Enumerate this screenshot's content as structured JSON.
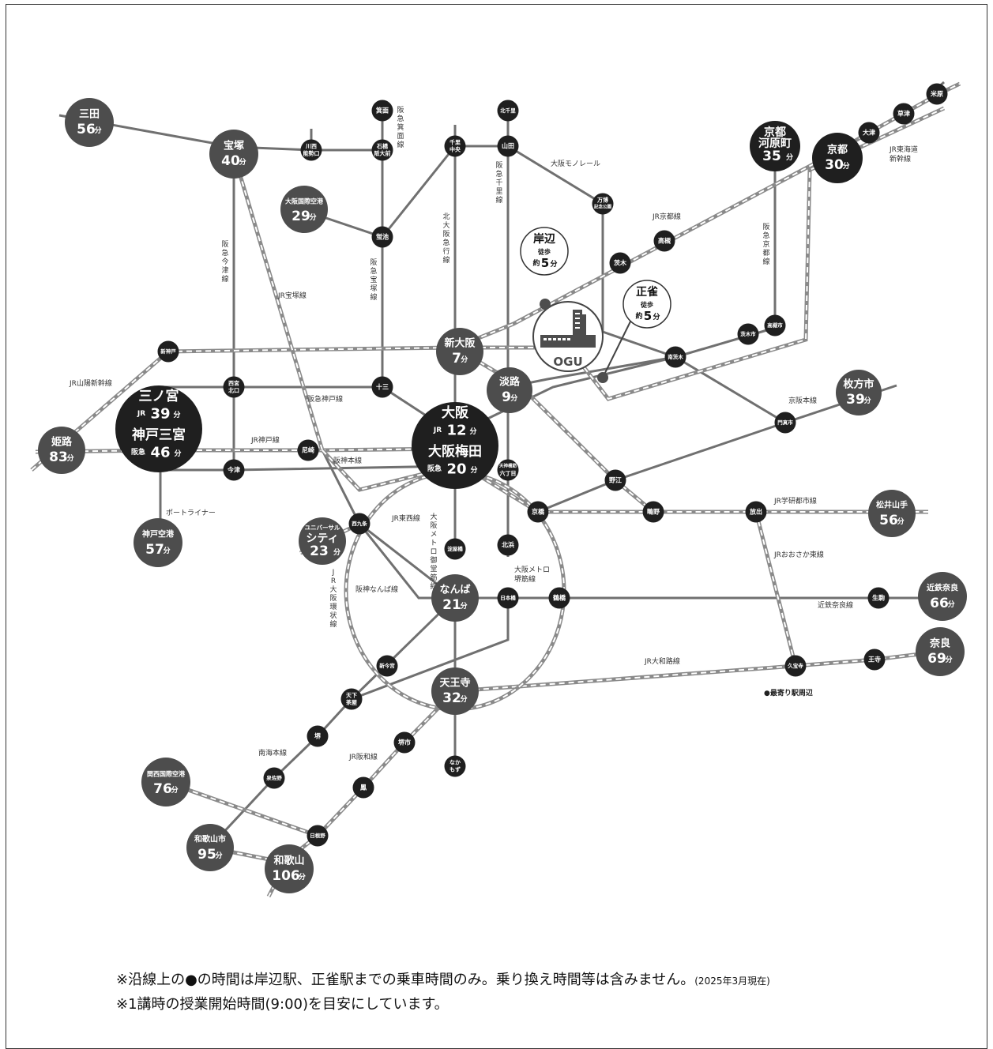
{
  "map": {
    "colors": {
      "hub": "#1f1f1f",
      "station_gray": "#4d4d4d",
      "line": "#707070",
      "jr_stripe": "#8a8a8a",
      "campus_fill": "#ffffff",
      "campus_icon": "#4d4d4d"
    },
    "campus": {
      "name": "OGU",
      "icon": "school-building-icon"
    },
    "walk_points": [
      {
        "name": "岸辺",
        "walk": "徒歩",
        "approx": "約",
        "minutes": "5",
        "unit": "分"
      },
      {
        "name": "正雀",
        "walk": "徒歩",
        "approx": "約",
        "minutes": "5",
        "unit": "分"
      }
    ],
    "big_stations": [
      {
        "name": "三田",
        "time": "56",
        "unit": "分"
      },
      {
        "name": "宝塚",
        "time": "40",
        "unit": "分"
      },
      {
        "name": "大阪国際空港",
        "time": "29",
        "unit": "分"
      },
      {
        "name": "京都",
        "time": "30",
        "unit": "分"
      },
      {
        "name": "京都河原町",
        "line1": "京都",
        "line2": "河原町",
        "time": "35",
        "unit": "分"
      },
      {
        "name": "新大阪",
        "time": "7",
        "unit": "分"
      },
      {
        "name": "淡路",
        "time": "9",
        "unit": "分"
      },
      {
        "name": "枚方市",
        "time": "39",
        "unit": "分"
      },
      {
        "name": "姫路",
        "time": "83",
        "unit": "分"
      },
      {
        "name": "神戸空港",
        "time": "57",
        "unit": "分"
      },
      {
        "name": "ユニバーサル・シティ",
        "line1": "ユニバーサル",
        "line2": "シティ",
        "time": "23",
        "unit": "分"
      },
      {
        "name": "松井山手",
        "time": "56",
        "unit": "分"
      },
      {
        "name": "なんば",
        "time": "21",
        "unit": "分"
      },
      {
        "name": "近鉄奈良",
        "time": "66",
        "unit": "分"
      },
      {
        "name": "奈良",
        "time": "69",
        "unit": "分"
      },
      {
        "name": "天王寺",
        "time": "32",
        "unit": "分"
      },
      {
        "name": "関西国際空港",
        "time": "76",
        "unit": "分"
      },
      {
        "name": "和歌山市",
        "time": "95",
        "unit": "分"
      },
      {
        "name": "和歌山",
        "time": "106",
        "unit": "分"
      }
    ],
    "hub_sannomiya": {
      "name1": "三ノ宮",
      "prefix1": "JR",
      "time1": "39",
      "unit1": "分",
      "name2": "神戸三宮",
      "prefix2": "阪急",
      "time2": "46",
      "unit2": "分"
    },
    "hub_osaka": {
      "name1": "大阪",
      "prefix1": "JR",
      "time1": "12",
      "unit1": "分",
      "name2": "大阪梅田",
      "prefix2": "阪急",
      "time2": "20",
      "unit2": "分"
    },
    "small_stations": [
      {
        "name": "箕面"
      },
      {
        "name": "北千里"
      },
      {
        "name": "米原"
      },
      {
        "name": "草津"
      },
      {
        "name": "大津"
      },
      {
        "name": "川西能勢口",
        "line1": "川西",
        "line2": "能勢口"
      },
      {
        "name": "石橋阪大前",
        "line1": "石橋",
        "line2": "阪大前"
      },
      {
        "name": "千里中央",
        "line1": "千里",
        "line2": "中央"
      },
      {
        "name": "山田"
      },
      {
        "name": "万博記念公園",
        "line1": "万博",
        "line2": "記念公園"
      },
      {
        "name": "蛍池"
      },
      {
        "name": "高槻"
      },
      {
        "name": "茨木"
      },
      {
        "name": "高槻市"
      },
      {
        "name": "茨木市"
      },
      {
        "name": "南茨木"
      },
      {
        "name": "新神戸"
      },
      {
        "name": "西宮北口",
        "line1": "西宮",
        "line2": "北口"
      },
      {
        "name": "十三"
      },
      {
        "name": "門真市"
      },
      {
        "name": "尼崎"
      },
      {
        "name": "今津"
      },
      {
        "name": "天神橋筋六丁目",
        "line1": "天神橋筋",
        "line2": "六丁目"
      },
      {
        "name": "野江"
      },
      {
        "name": "京橋"
      },
      {
        "name": "鴫野"
      },
      {
        "name": "放出"
      },
      {
        "name": "西九条"
      },
      {
        "name": "淀屋橋"
      },
      {
        "name": "北浜"
      },
      {
        "name": "日本橋"
      },
      {
        "name": "鶴橋"
      },
      {
        "name": "生駒"
      },
      {
        "name": "新今宮"
      },
      {
        "name": "久宝寺"
      },
      {
        "name": "王寺"
      },
      {
        "name": "天下茶屋",
        "line1": "天下",
        "line2": "茶屋"
      },
      {
        "name": "堺"
      },
      {
        "name": "堺市"
      },
      {
        "name": "なかもず",
        "line1": "なか",
        "line2": "もず"
      },
      {
        "name": "泉佐野"
      },
      {
        "name": "鳳"
      },
      {
        "name": "日根野"
      }
    ],
    "line_labels": [
      "阪急箕面線",
      "阪急千里線",
      "大阪モノレール",
      "JR東海道新幹線",
      "北大阪急行線",
      "阪急宝塚線",
      "JR京都線",
      "阪急京都線",
      "阪急今津線",
      "JR宝塚線",
      "JR山陽新幹線",
      "阪急神戸線",
      "京阪本線",
      "JR神戸線",
      "阪神本線",
      "ポートライナー",
      "JR東西線",
      "大阪メトロ御堂筋線",
      "JR学研都市線",
      "JRおおさか東線",
      "大阪メトロ堺筋線",
      "阪神なんば線",
      "JR大阪環状線",
      "近鉄奈良線",
      "JR大和路線",
      "南海本線",
      "JR阪和線"
    ],
    "legend": "●最寄り駅周辺"
  },
  "notes": {
    "line1": "※沿線上の●の時間は岸辺駅、正雀駅までの乗車時間のみ。乗り換え時間等は含みません。",
    "line1_suffix": "(2025年3月現在)",
    "line2": "※1講時の授業開始時間(9:00)を目安にしています。"
  }
}
